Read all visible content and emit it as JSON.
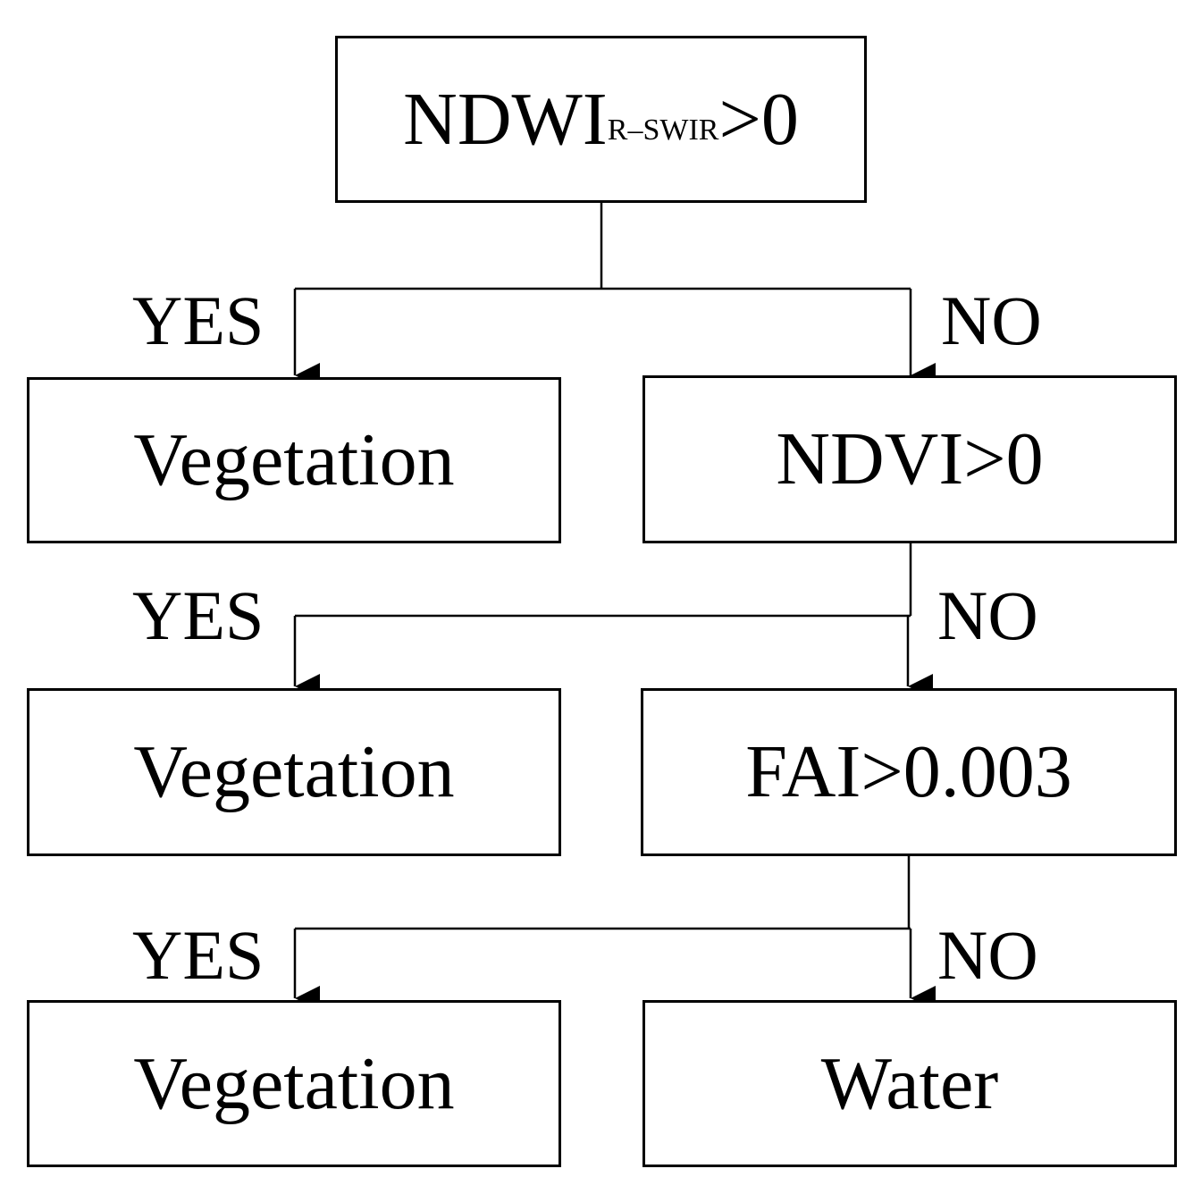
{
  "nodes": {
    "root": {
      "main": "NDWI",
      "sub": "R–SWIR",
      "tail": ">0"
    },
    "veg1": {
      "text": "Vegetation"
    },
    "ndvi": {
      "text": "NDVI>0"
    },
    "veg2": {
      "text": "Vegetation"
    },
    "fai": {
      "text": "FAI>0.003"
    },
    "veg3": {
      "text": "Vegetation"
    },
    "water": {
      "text": "Water"
    }
  },
  "edges": {
    "yes1": "YES",
    "no1": "NO",
    "yes2": "YES",
    "no2": "NO",
    "yes3": "YES",
    "no3": "NO"
  }
}
